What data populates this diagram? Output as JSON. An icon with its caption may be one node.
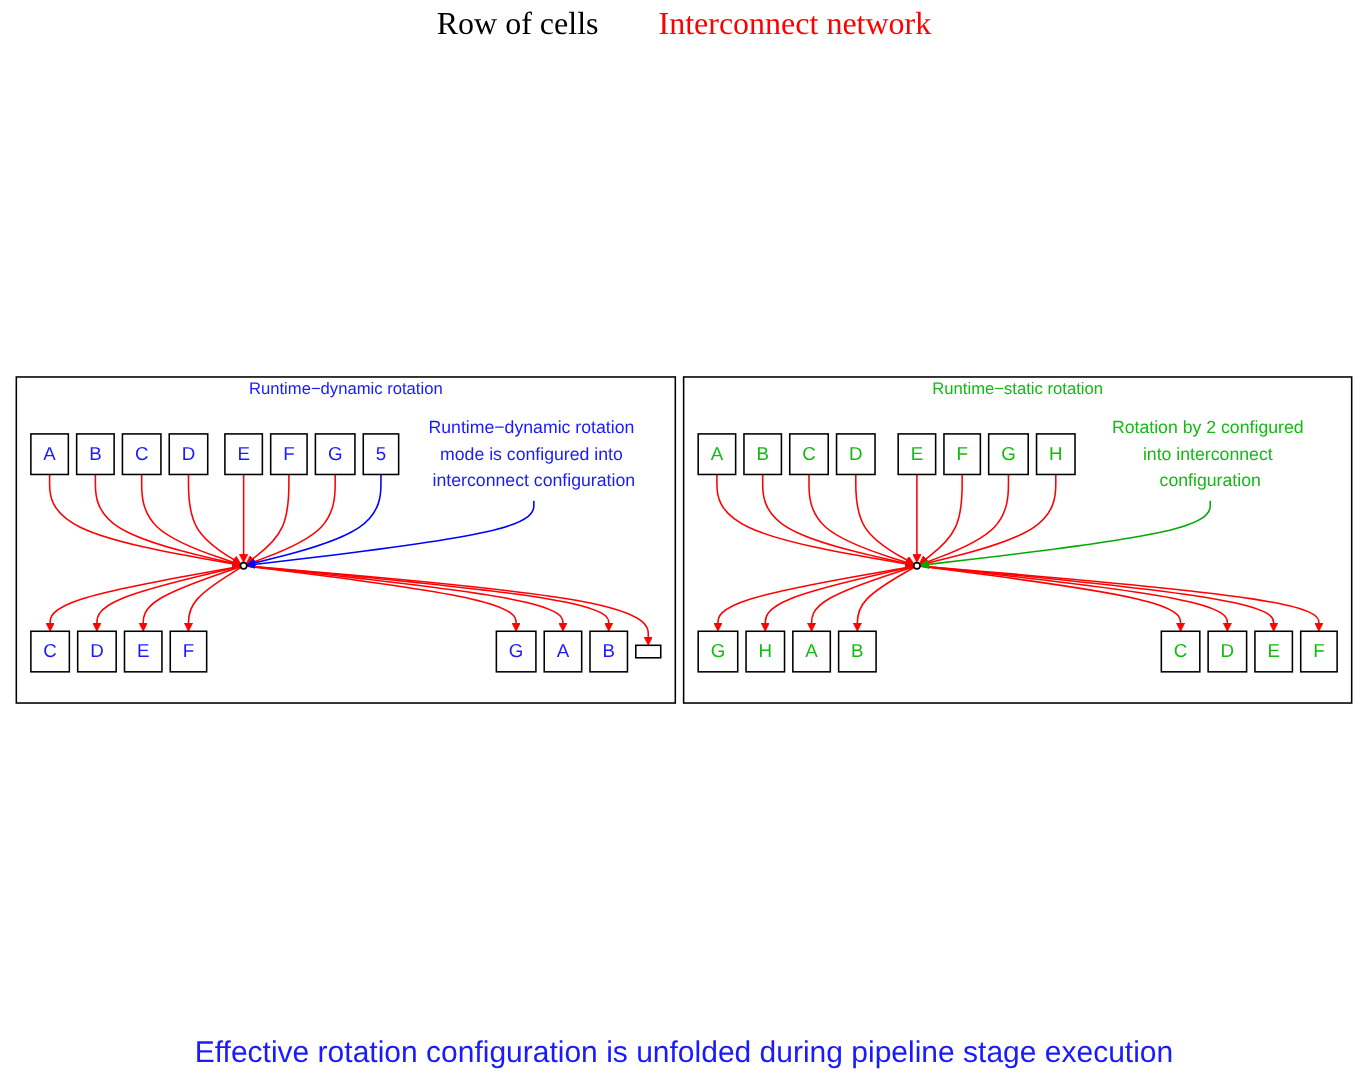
{
  "diagram": {
    "nodes": [
      {
        "text": [
          "Runtime−static rotation"
        ]
      },
      {
        "text": [
          "A"
        ],
        "in": 0
      },
      {
        "text": [
          "B"
        ],
        "in": 0
      },
      {
        "text": [
          "C"
        ],
        "in": 0
      },
      {
        "text": [
          "D"
        ],
        "in": 0
      },
      {
        "text": [
          "E"
        ],
        "in": 0
      },
      {
        "text": [
          "F"
        ],
        "in": 0
      },
      {
        "text": [
          "G"
        ],
        "in": 0
      },
      {
        "text": [
          "H"
        ],
        "in": 0
      },
      {
        "text": [],
        "shape": "circle",
        "in": 0
      },
      {
        "text": [
          "G"
        ],
        "in": 0
      },
      {
        "text": [
          "H"
        ],
        "in": 0
      },
      {
        "text": [
          "A"
        ],
        "in": 0
      },
      {
        "text": [
          "B"
        ],
        "in": 0
      },
      {
        "text": [
          "C"
        ],
        "in": 0
      },
      {
        "text": [
          "D"
        ],
        "in": 0
      },
      {
        "text": [
          "E"
        ],
        "in": 0
      },
      {
        "text": [
          "F"
        ],
        "in": 0
      },
      {
        "text": [
          "Rotation by 2 configured into interconnect configuration"
        ],
        "in": 0
      },
      {
        "text": [
          "Runtime−dynamic rotation"
        ]
      },
      {
        "text": [
          "A"
        ],
        "in": 19
      },
      {
        "text": [
          "B"
        ],
        "in": 19
      },
      {
        "text": [
          "C"
        ],
        "in": 19
      },
      {
        "text": [
          "D"
        ],
        "in": 19
      },
      {
        "text": [
          "E"
        ],
        "in": 19
      },
      {
        "text": [
          "F"
        ],
        "in": 19
      },
      {
        "text": [
          "G"
        ],
        "in": 19
      },
      {
        "text": [
          "5"
        ],
        "in": 19
      },
      {
        "text": [],
        "shape": "circle",
        "in": 19
      },
      {
        "text": [
          "C"
        ],
        "in": 19
      },
      {
        "text": [
          "D"
        ],
        "in": 19
      },
      {
        "text": [
          "E"
        ],
        "in": 19
      },
      {
        "text": [
          "F"
        ],
        "in": 19
      },
      {
        "text": [
          "G"
        ],
        "in": 19
      },
      {
        "text": [
          "A"
        ],
        "in": 19
      },
      {
        "text": [
          "B"
        ],
        "in": 19
      },
      {
        "text": [],
        "shape": "box",
        "in": 19
      },
      {
        "text": [
          "Runtime−dynamic rotation mode is configured into interconnect configuration"
        ],
        "in": 19
      }
    ],
    "edges": [
      {
        "from": 1,
        "to": 9,
        "arrow": "to",
        "color": "#ff0000"
      },
      {
        "from": 2,
        "to": 9,
        "arrow": "to",
        "color": "#ff0000"
      },
      {
        "from": 3,
        "to": 9,
        "arrow": "to",
        "color": "#ff0000"
      },
      {
        "from": 4,
        "to": 9,
        "arrow": "to",
        "color": "#ff0000"
      },
      {
        "from": 5,
        "to": 9,
        "arrow": "to",
        "color": "#ff0000"
      },
      {
        "from": 6,
        "to": 9,
        "arrow": "to",
        "color": "#ff0000"
      },
      {
        "from": 7,
        "to": 9,
        "arrow": "to",
        "color": "#ff0000"
      },
      {
        "from": 8,
        "to": 9,
        "arrow": "to",
        "color": "#ff0000"
      },
      {
        "from": 9,
        "to": 10,
        "arrow": "to",
        "color": "#ff0000"
      },
      {
        "from": 9,
        "to": 11,
        "arrow": "to",
        "color": "#ff0000"
      },
      {
        "from": 9,
        "to": 12,
        "arrow": "to",
        "color": "#ff0000"
      },
      {
        "from": 9,
        "to": 13,
        "arrow": "to",
        "color": "#ff0000"
      },
      {
        "from": 9,
        "to": 14,
        "arrow": "to",
        "color": "#ff0000"
      },
      {
        "from": 9,
        "to": 15,
        "arrow": "to",
        "color": "#ff0000"
      },
      {
        "from": 9,
        "to": 16,
        "arrow": "to",
        "color": "#ff0000"
      },
      {
        "from": 9,
        "to": 17,
        "arrow": "to",
        "color": "#ff0000"
      },
      {
        "from": 18,
        "to": 9,
        "arrow": "to",
        "color": "#00aa00"
      },
      {
        "from": 20,
        "to": 28,
        "arrow": "to",
        "color": "#ff0000"
      },
      {
        "from": 21,
        "to": 28,
        "arrow": "to",
        "color": "#ff0000"
      },
      {
        "from": 22,
        "to": 28,
        "arrow": "to",
        "color": "#ff0000"
      },
      {
        "from": 23,
        "to": 28,
        "arrow": "to",
        "color": "#ff0000"
      },
      {
        "from": 24,
        "to": 28,
        "arrow": "to",
        "color": "#ff0000"
      },
      {
        "from": 25,
        "to": 28,
        "arrow": "to",
        "color": "#ff0000"
      },
      {
        "from": 26,
        "to": 28,
        "arrow": "to",
        "color": "#ff0000"
      },
      {
        "from": 27,
        "to": 28,
        "arrow": "to",
        "color": "#0000ff"
      },
      {
        "from": 28,
        "to": 29,
        "arrow": "to",
        "color": "#ff0000"
      },
      {
        "from": 28,
        "to": 30,
        "arrow": "to",
        "color": "#ff0000"
      },
      {
        "from": 28,
        "to": 31,
        "arrow": "to",
        "color": "#ff0000"
      },
      {
        "from": 28,
        "to": 32,
        "arrow": "to",
        "color": "#ff0000"
      },
      {
        "from": 28,
        "to": 33,
        "arrow": "to",
        "color": "#ff0000"
      },
      {
        "from": 28,
        "to": 34,
        "arrow": "to",
        "color": "#ff0000"
      },
      {
        "from": 28,
        "to": 35,
        "arrow": "to",
        "color": "#ff0000"
      },
      {
        "from": 28,
        "to": 36,
        "arrow": "to",
        "color": "#ff0000"
      },
      {
        "from": 37,
        "to": 28,
        "arrow": "to",
        "color": "#0000ff"
      }
    ],
    "labels": [
      "Row of cells",
      "Interconnect network",
      "Effective rotation configuration is unfolded during pipeline stage execution"
    ]
  }
}
